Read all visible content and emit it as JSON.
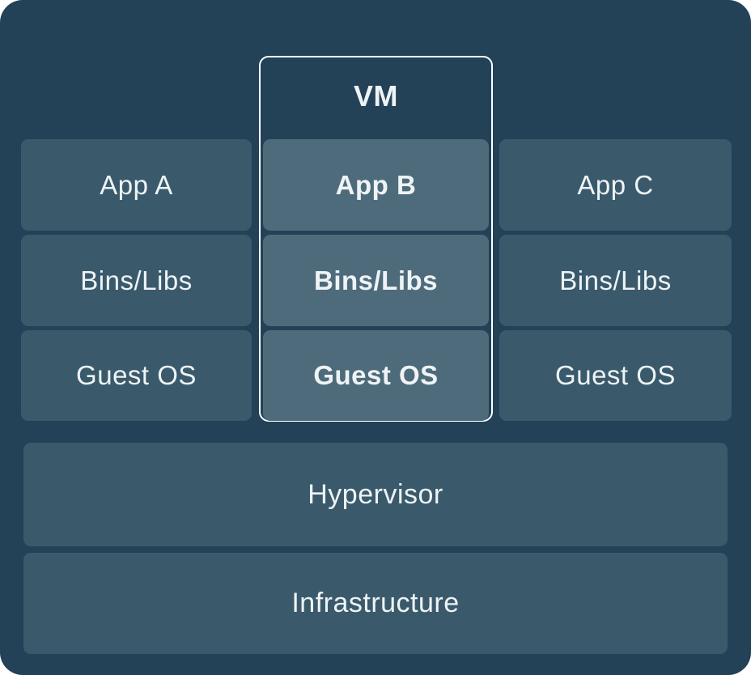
{
  "diagram": {
    "type": "virtualization-architecture",
    "vm": {
      "label": "VM"
    },
    "stacks": [
      {
        "id": "stack-a",
        "highlighted": false,
        "app": "App A",
        "bins": "Bins/Libs",
        "os": "Guest OS"
      },
      {
        "id": "stack-b",
        "highlighted": true,
        "app": "App B",
        "bins": "Bins/Libs",
        "os": "Guest OS"
      },
      {
        "id": "stack-c",
        "highlighted": false,
        "app": "App C",
        "bins": "Bins/Libs",
        "os": "Guest OS"
      }
    ],
    "layers": {
      "hypervisor": "Hypervisor",
      "infrastructure": "Infrastructure"
    },
    "colors": {
      "canvas_bg": "#234157",
      "box_bg": "#3A5A6C",
      "highlight_box_bg": "#4E6B7B",
      "text": "#EEF3F5",
      "vm_border": "#FFFFFF",
      "page_bg": "#FFFFFF"
    }
  }
}
